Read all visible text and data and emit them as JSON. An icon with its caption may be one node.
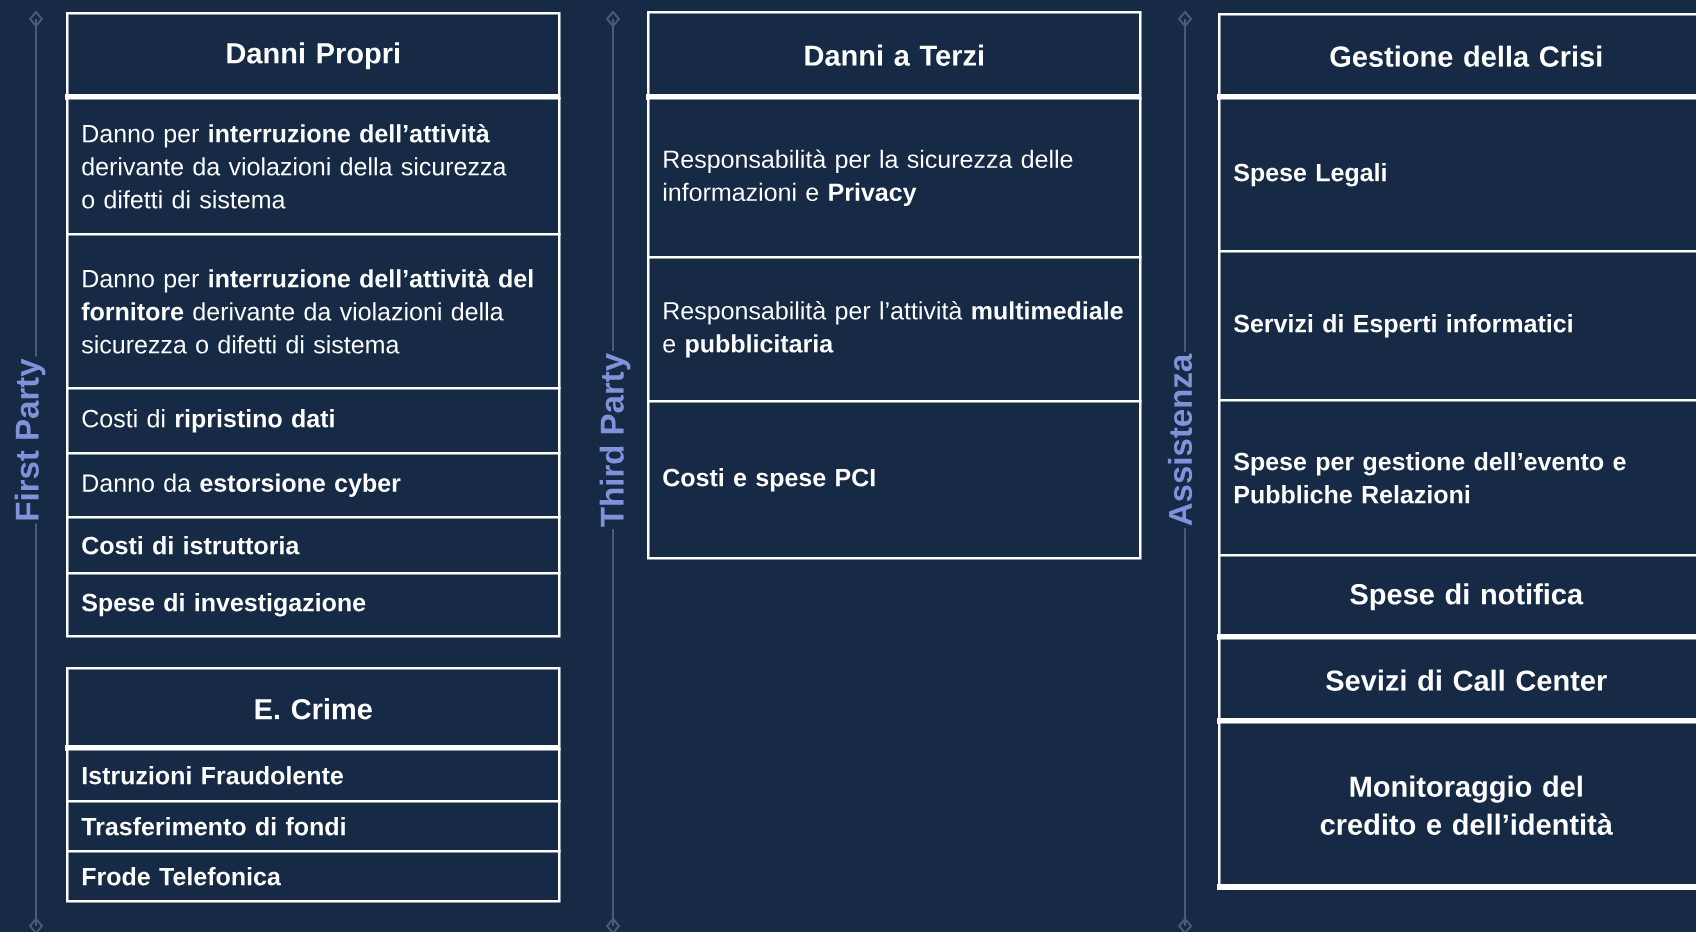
{
  "diagram": {
    "nodes": [
      {
        "text": [
          "Danni Propri"
        ]
      },
      {
        "text": [
          "Danno per **interruzione dell’attività** derivante da violazioni della sicurezza o difetti di sistema"
        ]
      },
      {
        "text": [
          "Danno per **interruzione dell’attività del fornitore** derivante da violazioni della sicurezza o difetti di sistema"
        ]
      },
      {
        "text": [
          "Costi di **ripristino dati**"
        ]
      },
      {
        "text": [
          "Danno da **estorsione cyber**"
        ]
      },
      {
        "text": [
          "Costi di istruttoria"
        ]
      },
      {
        "text": [
          "Spese di investigazione"
        ]
      },
      {
        "text": [
          "E. Crime"
        ]
      },
      {
        "text": [
          "Istruzioni Fraudolente"
        ]
      },
      {
        "text": [
          "Trasferimento di fondi"
        ]
      },
      {
        "text": [
          "Frode Telefonica"
        ]
      },
      {
        "text": [
          "Danni a Terzi"
        ]
      },
      {
        "text": [
          "Responsabilità per la sicurezza delle informazioni e **Privacy**"
        ]
      },
      {
        "text": [
          "Responsabilità per l’attività **multimediale** e **pubblicitaria**"
        ]
      },
      {
        "text": [
          "Costi e spese PCI"
        ]
      },
      {
        "text": [
          "Gestione della Crisi"
        ]
      },
      {
        "text": [
          "Spese Legali"
        ]
      },
      {
        "text": [
          "Servizi di Esperti informatici"
        ]
      },
      {
        "text": [
          "Spese per gestione dell’evento e Pubbliche Relazioni"
        ]
      },
      {
        "text": [
          "Spese di notifica"
        ]
      },
      {
        "text": [
          "Sevizi di Call Center"
        ]
      },
      {
        "text": [
          "Monitoraggio del credito e dell’identità"
        ]
      }
    ],
    "labels": [
      "First Party",
      "Third Party",
      "Assistenza"
    ]
  }
}
